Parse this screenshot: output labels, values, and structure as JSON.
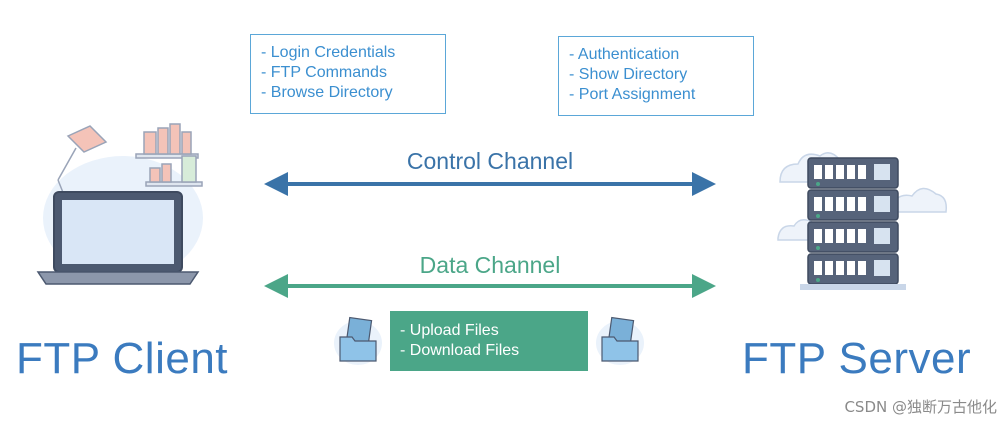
{
  "client_box": {
    "items": [
      "- Login Credentials",
      "- FTP Commands",
      "- Browse Directory"
    ]
  },
  "server_box": {
    "items": [
      "- Authentication",
      "- Show Directory",
      "- Port Assignment"
    ]
  },
  "control_channel": {
    "label": "Control Channel",
    "color": "#3a73a8"
  },
  "data_channel": {
    "label": "Data Channel",
    "color": "#4ba688"
  },
  "data_box": {
    "items": [
      "- Upload Files",
      "- Download Files"
    ]
  },
  "client_title": "FTP Client",
  "server_title": "FTP Server",
  "watermark": "CSDN @独断万古他化",
  "icons": {
    "client": "laptop-desk-icon",
    "server": "server-rack-icon",
    "folder": "photo-folder-icon"
  }
}
